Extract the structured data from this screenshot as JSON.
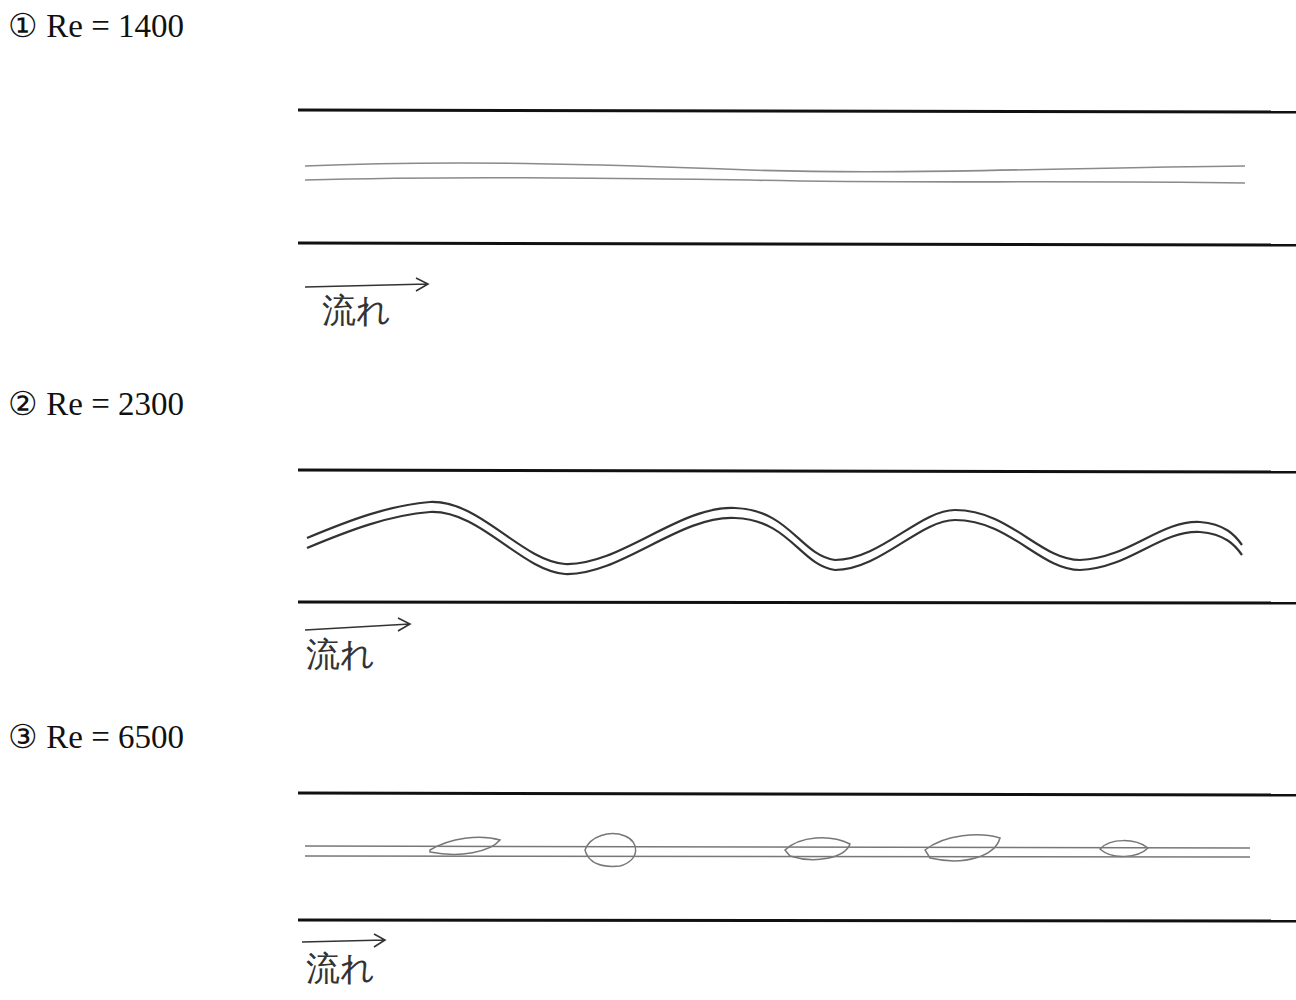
{
  "diagram": {
    "labels": [
      "① Re = 1400",
      "流れ",
      "② Re = 2300",
      "流れ",
      "③ Re = 6500",
      "流れ"
    ]
  }
}
